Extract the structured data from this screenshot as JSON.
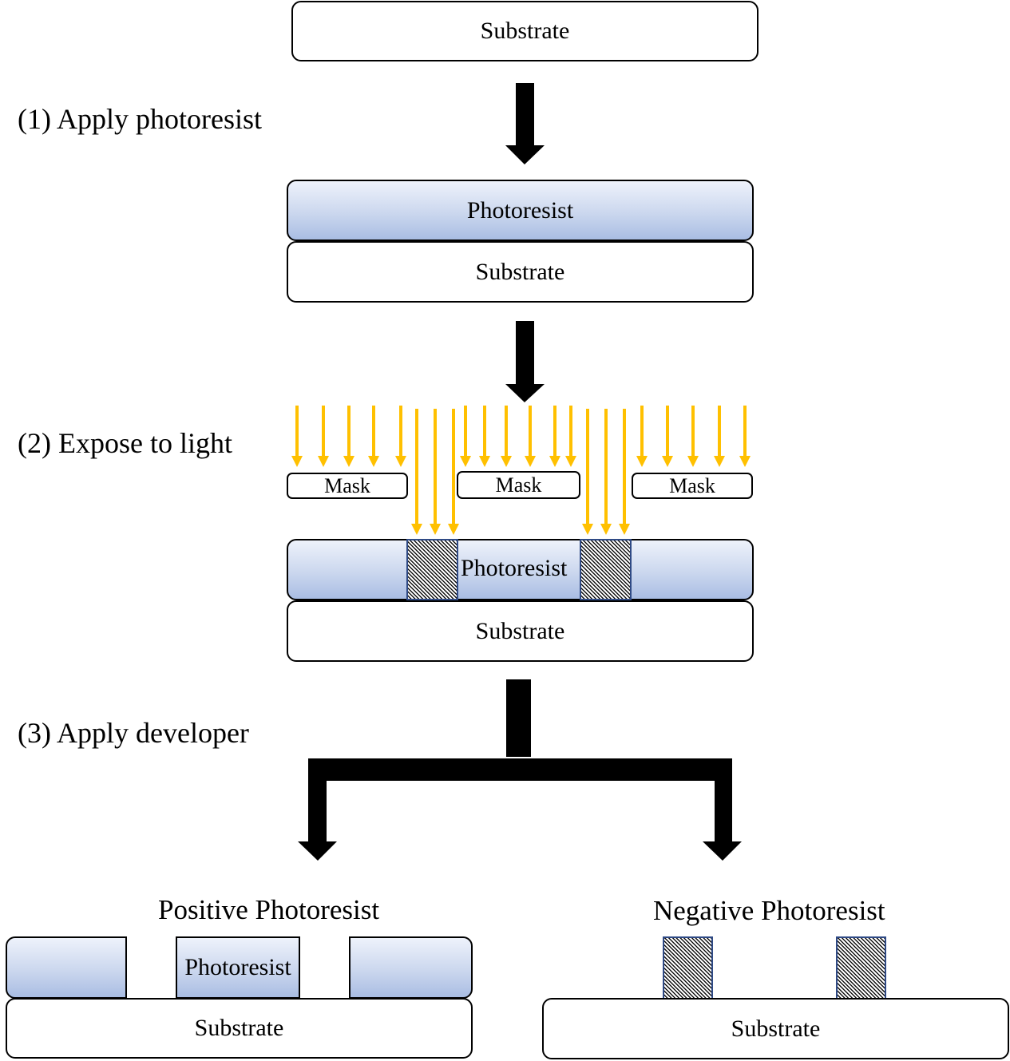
{
  "steps": {
    "step1": "(1) Apply photoresist",
    "step2": "(2) Expose to light",
    "step3": "(3) Apply developer"
  },
  "layers": {
    "substrate": "Substrate",
    "photoresist": "Photoresist",
    "mask": "Mask"
  },
  "outcomes": {
    "positive": "Positive Photoresist",
    "negative": "Negative Photoresist"
  },
  "colors": {
    "light_arrow": "#ffc000",
    "photoresist_top": "#eef2fb",
    "photoresist_bottom": "#a9bde3",
    "exposed_border": "#2f4a85",
    "flow_arrow": "#000000"
  }
}
